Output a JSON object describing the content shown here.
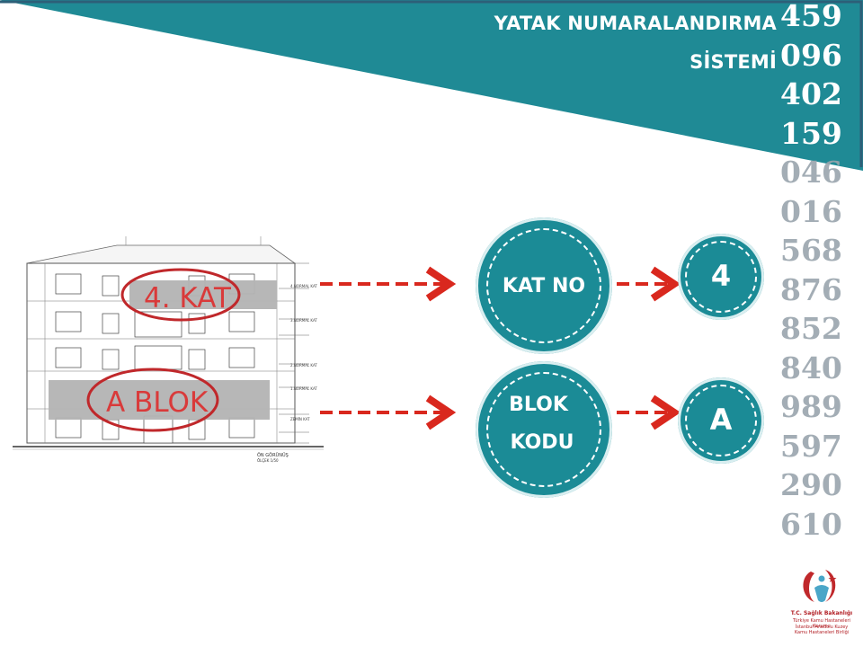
{
  "title": {
    "line1": "YATAK NUMARALANDIRMA",
    "line2": "SİSTEMİ"
  },
  "numbers": [
    "459",
    "096",
    "402",
    "159",
    "046",
    "016",
    "568",
    "876",
    "852",
    "840",
    "989",
    "597",
    "290",
    "610"
  ],
  "building": {
    "floor_label": "4. KAT",
    "block_label": "A BLOK",
    "caption_title": "ÖN GÖRÜNÜŞ",
    "caption_scale": "ÖLÇEK 1/50",
    "level_labels": [
      "4.NORMAL KAT",
      "3.NORMAL KAT",
      "2.NORMAL KAT",
      "1.NORMAL KAT",
      "ZEMİN KAT"
    ]
  },
  "flow": {
    "kat_no": "KAT NO",
    "blok_line1": "BLOK",
    "blok_line2": "KODU",
    "floor_value": "4",
    "block_value": "A"
  },
  "logo": {
    "name": "T.C. Sağlık Bakanlığı",
    "sub1": "Türkiye Kamu Hastaneleri Kurumu",
    "sub2": "İstanbul Anadolu Kuzey",
    "sub3": "Kamu Hastaneleri Birliği"
  },
  "colors": {
    "teal": "#1b8b96",
    "red_arrow": "#d9281e",
    "oval": "#c0282b",
    "grey_band": "#b3b3b3"
  }
}
